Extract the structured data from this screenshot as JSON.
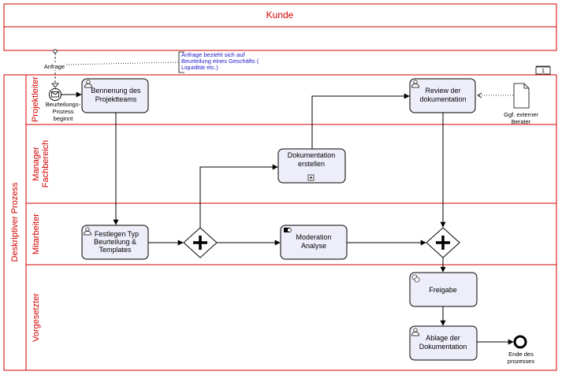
{
  "pool_top": {
    "title": "Kunde"
  },
  "pool_main": {
    "title": "Deskriptiver Prozess",
    "collapse_marker": "1",
    "lanes": [
      {
        "id": "projektleiter",
        "label": "Projektleiter"
      },
      {
        "id": "manager",
        "label_line1": "Manager",
        "label_line2": "Fachbereich"
      },
      {
        "id": "mitarbeiter",
        "label": "Mitarbeiter"
      },
      {
        "id": "vorgesetzter",
        "label": "Vorgesetzter"
      }
    ]
  },
  "message_flow": {
    "label": "Anfrage"
  },
  "annotation": {
    "line1": "Anfrage bezieht sich auf",
    "line2": "Beurteilung eines Geschäfts (",
    "line3": "Liquidität etc.)"
  },
  "start_event": {
    "line1": "Beurteilungs-",
    "line2": "Prozess",
    "line3": "beginnt"
  },
  "end_event": {
    "line1": "Ende des",
    "line2": "prozesses"
  },
  "data_object": {
    "line1": "Ggf. externer",
    "line2": "Berater"
  },
  "tasks": {
    "bennenung": {
      "line1": "Bennenung des",
      "line2": "Projektteams"
    },
    "review": {
      "line1": "Review der",
      "line2": "dokumentation"
    },
    "dokumentation": {
      "line1": "Dokumentation",
      "line2": "erstellen"
    },
    "festlegen": {
      "line1": "Festlegen Typ",
      "line2": "Beurteilung &",
      "line3": "Templates"
    },
    "moderation": {
      "line1": "Moderation",
      "line2": "Analyse"
    },
    "freigabe": {
      "line1": "Freigabe"
    },
    "ablage": {
      "line1": "Ablage der",
      "line2": "Dokumentation"
    }
  },
  "colors": {
    "lane_text": "#d40000",
    "pool_border": "#d40000",
    "task_fill": "#eeeefa",
    "annotation_text": "#1a1acc"
  }
}
